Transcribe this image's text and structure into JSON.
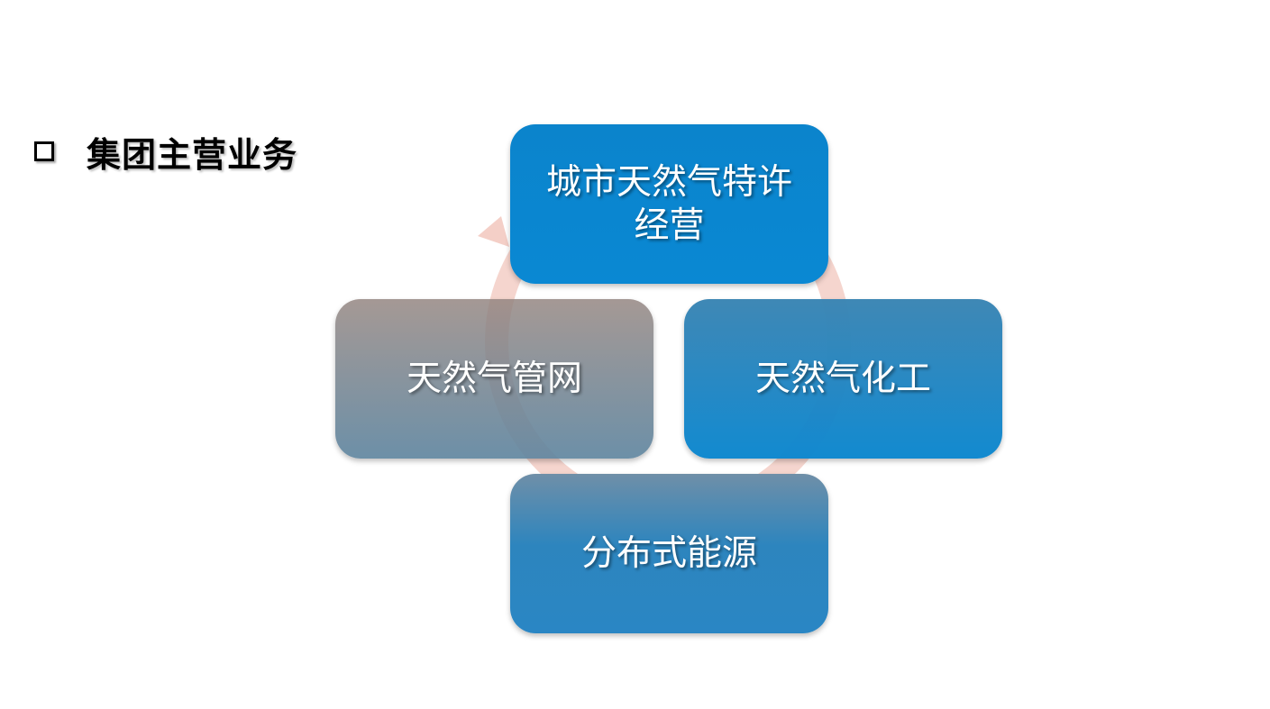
{
  "heading": {
    "bullet_icon": "checkbox-square-icon",
    "text": "集团主营业务"
  },
  "cycle": {
    "arrow_color": "#f2c7bd",
    "nodes": [
      {
        "id": "top",
        "label": "城市天然气特许经营"
      },
      {
        "id": "right",
        "label": "天然气化工"
      },
      {
        "id": "left",
        "label": "天然气管网"
      },
      {
        "id": "bottom",
        "label": "分布式能源"
      }
    ]
  }
}
